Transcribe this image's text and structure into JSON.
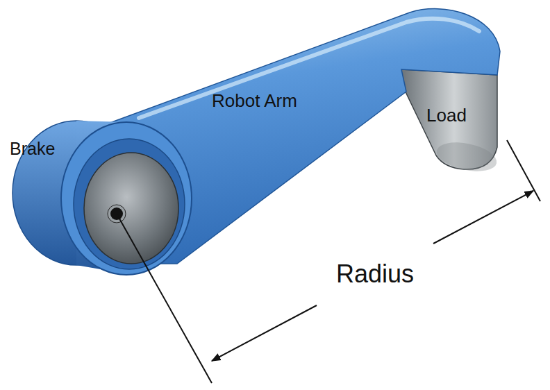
{
  "diagram": {
    "labels": [
      "Brake",
      "Robot Arm",
      "Load",
      "Radius"
    ]
  }
}
